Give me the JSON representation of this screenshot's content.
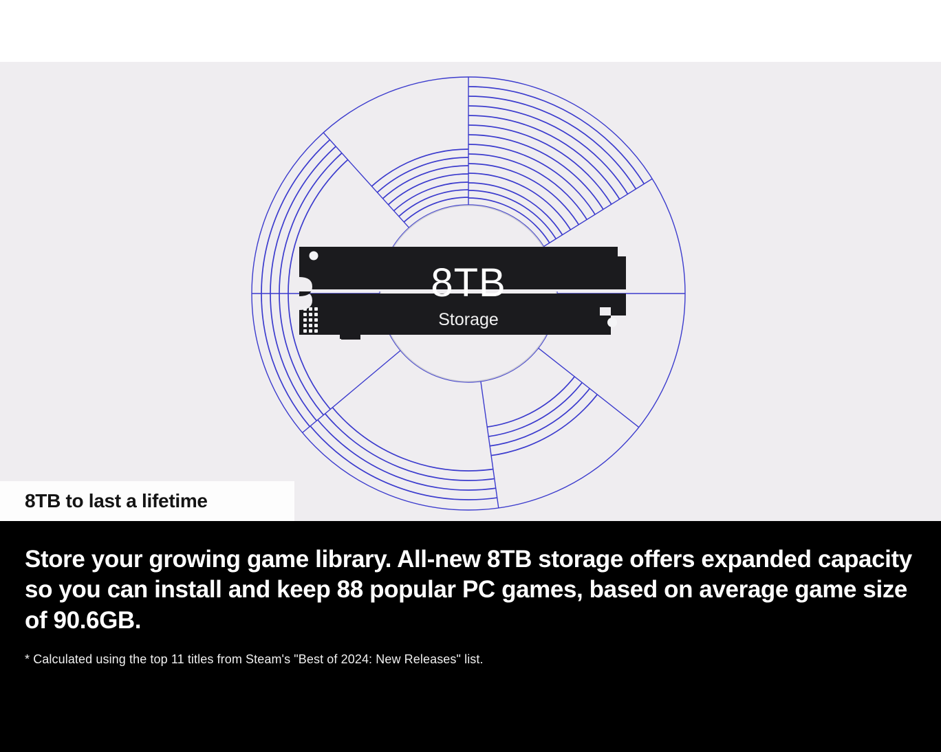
{
  "palette": {
    "panel_bg": "#efedf0",
    "page_bg": "#ffffff",
    "diagram_stroke": "#3b3bcd",
    "ssd_body": "#1b1b1e",
    "copy_bg": "#000000",
    "copy_fg": "#ffffff",
    "headline_chip_bg": "#fdfdfd",
    "headline_fg": "#141414"
  },
  "badge": {
    "capacity": "8TB",
    "label": "Storage"
  },
  "headline": {
    "text": "8TB to last a lifetime"
  },
  "body": {
    "lead": "Store your growing game library. All-new 8TB storage offers expanded capacity so you can install and keep 88 popular PC games, based on average game size of 90.6GB.",
    "footnote": "* Calculated using the top 11 titles from Steam's \"Best of 2024: New Releases\" list."
  },
  "chart_data": {
    "type": "pie",
    "title": "8TB Storage",
    "center_label": "8TB",
    "center_sublabel": "Storage",
    "outer_radius": 315,
    "inner_radius": 129,
    "segments": [
      {
        "name": "segment-top-right",
        "start_deg": -90,
        "end_deg": -32,
        "fill_arcs": 13,
        "fill_band": "full"
      },
      {
        "name": "segment-right-upper",
        "start_deg": -32,
        "end_deg": 0,
        "fill_arcs": 0,
        "fill_band": "none"
      },
      {
        "name": "segment-right-lower",
        "start_deg": 0,
        "end_deg": 38,
        "fill_arcs": 0,
        "fill_band": "none"
      },
      {
        "name": "segment-bottom-right",
        "start_deg": 38,
        "end_deg": 82,
        "fill_arcs": 4,
        "fill_band": "middle"
      },
      {
        "name": "segment-bottom-left",
        "start_deg": 82,
        "end_deg": 140,
        "fill_arcs": 4,
        "fill_band": "inner"
      },
      {
        "name": "segment-left",
        "start_deg": 140,
        "end_deg": 180,
        "fill_arcs": 4,
        "fill_band": "outer"
      },
      {
        "name": "segment-top-left",
        "start_deg": 180,
        "end_deg": 228,
        "fill_arcs": 4,
        "fill_band": "outer"
      },
      {
        "name": "segment-top-inner",
        "start_deg": 228,
        "end_deg": 270,
        "fill_arcs": 8,
        "fill_band": "inner"
      }
    ]
  },
  "icons": {
    "ssd": "ssd-stick-icon",
    "screw_hole": "screw-hole-icon",
    "contact_pads": "contact-pad-grid-icon"
  }
}
